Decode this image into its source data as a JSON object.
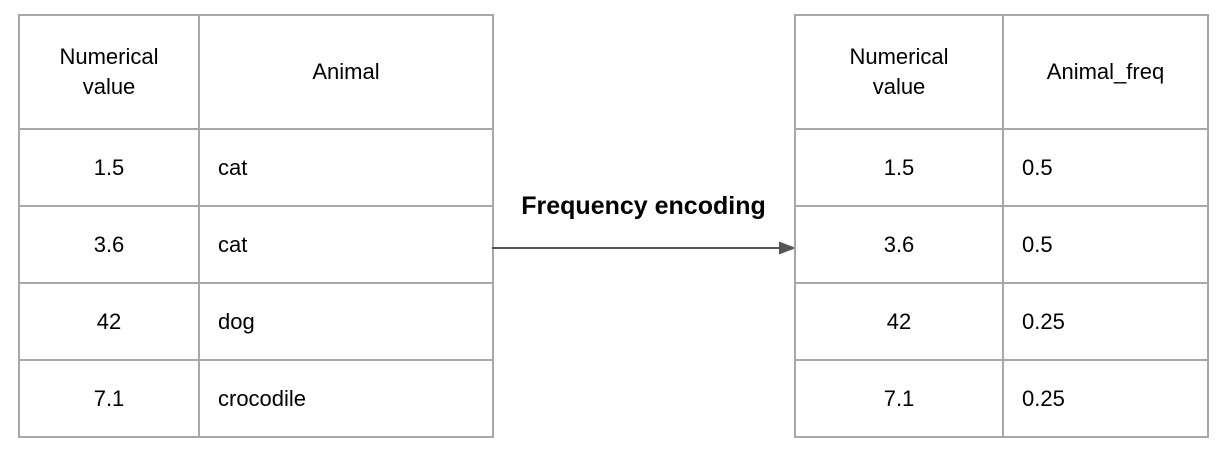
{
  "diagram": {
    "label": "Frequency encoding"
  },
  "left_table": {
    "headers": [
      "Numerical value",
      "Animal"
    ],
    "rows": [
      [
        "1.5",
        "cat"
      ],
      [
        "3.6",
        "cat"
      ],
      [
        "42",
        "dog"
      ],
      [
        "7.1",
        "crocodile"
      ]
    ]
  },
  "right_table": {
    "headers": [
      "Numerical value",
      "Animal_freq"
    ],
    "rows": [
      [
        "1.5",
        "0.5"
      ],
      [
        "3.6",
        "0.5"
      ],
      [
        "42",
        "0.25"
      ],
      [
        "7.1",
        "0.25"
      ]
    ]
  },
  "colors": {
    "border": "#a8a8a8",
    "arrow": "#555555",
    "text": "#000000",
    "background": "#ffffff"
  }
}
